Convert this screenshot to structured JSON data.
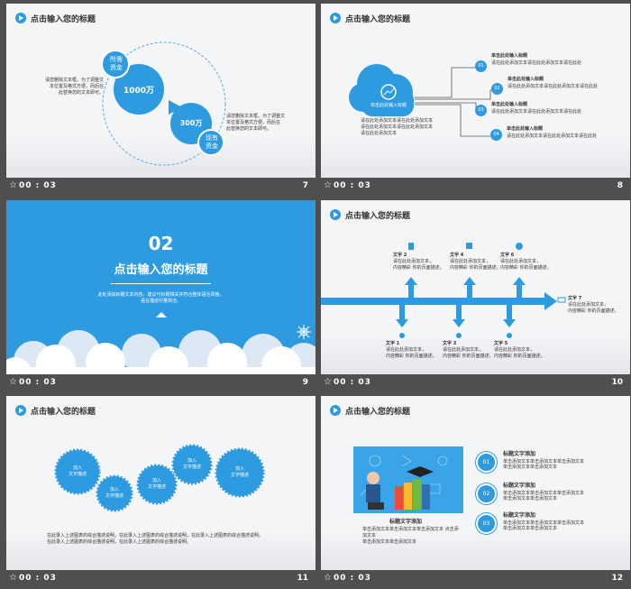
{
  "common": {
    "duration": "00 : 03",
    "title": "点击输入您的标题"
  },
  "slides": [
    {
      "number": "7",
      "bubble_a": [
        "所需",
        "资金"
      ],
      "amount_a": "1000万",
      "amount_b": "300万",
      "bubble_b": [
        "现有",
        "资金"
      ],
      "text_left": [
        "请您删除文本框，为了调整文",
        "本位置及格式方便，而后在",
        "此替换您的文本即可。"
      ],
      "text_right": [
        "请您删除文本框，为了调整文",
        "本位置及格式方便，而后在",
        "此替换您的文本即可。"
      ]
    },
    {
      "number": "8",
      "cloud_label": "单击此处输入标题",
      "cloud_text": [
        "请在此处添加文本请在此处添加文本",
        "请在此处添加文本请在此处添加文本",
        "请在此处添加文本"
      ],
      "items": [
        {
          "n": "01",
          "title": "单击此处输入标题",
          "text": "请在此处添加文本请在此处添加文本请在此处"
        },
        {
          "n": "02",
          "title": "单击此处输入标题",
          "text": "请在此处添加文本请在此处添加文本请在此处"
        },
        {
          "n": "03",
          "title": "单击此处输入标题",
          "text": "请在此处添加文本请在此处添加文本请在此处"
        },
        {
          "n": "04",
          "title": "单击此处输入标题",
          "text": "请在此处添加文本请在此处添加文本请在此处"
        }
      ]
    },
    {
      "number": "9",
      "big": "02",
      "heading": "点击输入您的标题",
      "sub": [
        "此处添加标题文本内容，建议与标题相关并符合整体语言风格，",
        "语言描述尽量简洁。"
      ]
    },
    {
      "number": "10",
      "steps": [
        {
          "t": "文字 1",
          "d": [
            "请在此处添加文本，",
            "内容精彩 你的页面描述。"
          ]
        },
        {
          "t": "文字 2",
          "d": [
            "请在此处添加文本，",
            "内容精彩 你的页面描述。"
          ]
        },
        {
          "t": "文字 3",
          "d": [
            "请在此处添加文本，",
            "内容精彩 你的页面描述。"
          ]
        },
        {
          "t": "文字 4",
          "d": [
            "请在此处添加文本，",
            "内容精彩 你的页面描述。"
          ]
        },
        {
          "t": "文字 5",
          "d": [
            "请在此处添加文本，",
            "内容精彩 你的页面描述。"
          ]
        },
        {
          "t": "文字 6",
          "d": [
            "请在此处添加文本，",
            "内容精彩 你的页面描述。"
          ]
        },
        {
          "t": "文字 7",
          "d": [
            "请在此处添加文本，",
            "内容精彩 你的页面描述。"
          ]
        }
      ]
    },
    {
      "number": "11",
      "badges": [
        [
          "加入",
          "文字描述"
        ],
        [
          "加入",
          "文字描述"
        ],
        [
          "加入",
          "文字描述"
        ],
        [
          "加入",
          "文字描述"
        ],
        [
          "加入",
          "文字描述"
        ]
      ],
      "footer": [
        "在此录入上述图表的综合描述说明，在此录入上述图表的综合描述说明，在此录入上述图表的综合描述说明。",
        "在此录入上述图表的综合描述说明，在此录入上述图表的综合描述说明。"
      ]
    },
    {
      "number": "12",
      "caption_title": "标题文字添加",
      "caption_text": [
        "单击添加文本单击添加文本单击添加文本 点击添加文本",
        "单击添加文本单击添加文本"
      ],
      "items": [
        {
          "n": "01",
          "title": "标题文字添加",
          "text": [
            "单击添加文本单击添加文本单击添加文本",
            "单击添加文本单击添加文本"
          ]
        },
        {
          "n": "02",
          "title": "标题文字添加",
          "text": [
            "单击添加文本单击添加文本单击添加文本",
            "单击添加文本单击添加文本"
          ]
        },
        {
          "n": "03",
          "title": "标题文字添加",
          "text": [
            "单击添加文本单击添加文本单击添加文本",
            "单击添加文本单击添加文本"
          ]
        }
      ]
    }
  ]
}
